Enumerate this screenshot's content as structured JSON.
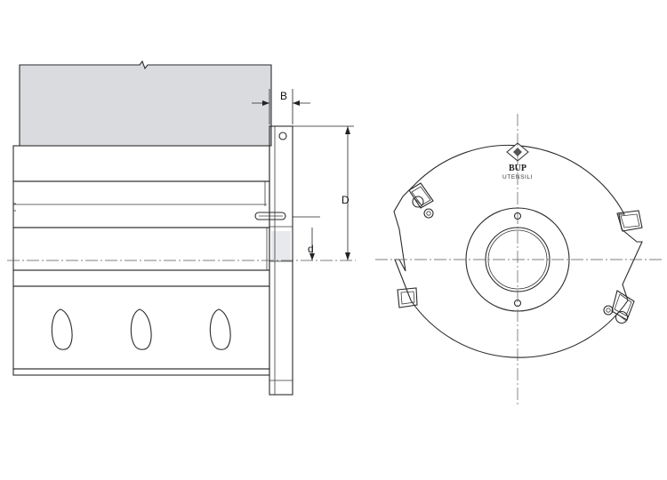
{
  "dimensions": {
    "width_label": "B",
    "outer_diameter_label": "D",
    "bore_diameter_label": "d"
  },
  "logo": {
    "brand": "BUP",
    "subtitle": "UTENSILI"
  },
  "colors": {
    "line": "#2b2b2b",
    "body_fill": "#d9dbdf",
    "shaded_fill": "#e8e9ec"
  }
}
